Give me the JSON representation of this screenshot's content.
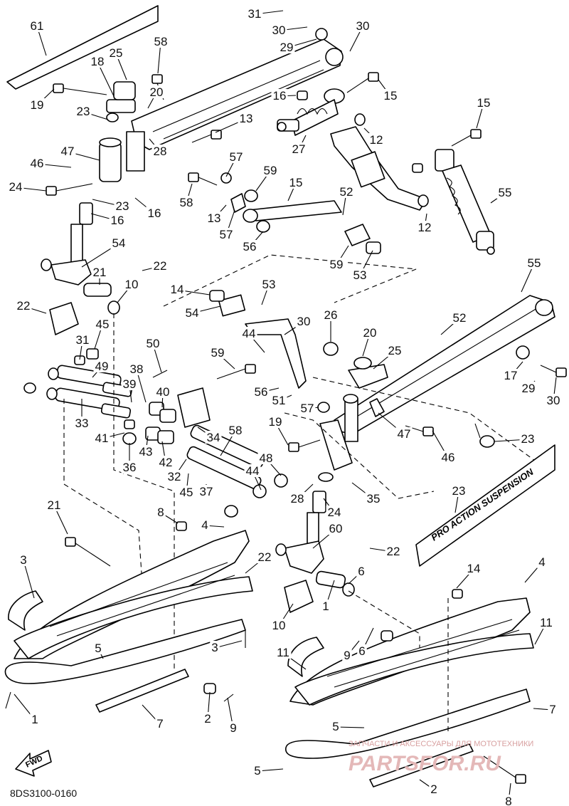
{
  "diagram_code": "8DS3100-0160",
  "fwd_label": "FWD",
  "decal_text": "PRO ACTION SUSPENSION",
  "watermark": {
    "line1": "ЗАПЧАСТИ И АКСЕССУАРЫ ДЛЯ МОТОТЕХНИКИ",
    "line2": "PARTSFOR.RU"
  },
  "callouts": [
    "61",
    "31",
    "30",
    "30",
    "29",
    "25",
    "18",
    "58",
    "20",
    "19",
    "23",
    "15",
    "16",
    "15",
    "13",
    "12",
    "27",
    "47",
    "28",
    "46",
    "57",
    "59",
    "58",
    "16",
    "24",
    "23",
    "16",
    "15",
    "52",
    "55",
    "12",
    "13",
    "57",
    "56",
    "59",
    "53",
    "54",
    "22",
    "21",
    "10",
    "22",
    "14",
    "54",
    "53",
    "55",
    "30",
    "52",
    "26",
    "20",
    "25",
    "17",
    "29",
    "30",
    "31",
    "45",
    "44",
    "59",
    "50",
    "49",
    "38",
    "39",
    "40",
    "33",
    "41",
    "43",
    "42",
    "36",
    "51",
    "56",
    "57",
    "47",
    "23",
    "19",
    "46",
    "58",
    "32",
    "34",
    "48",
    "44",
    "45",
    "37",
    "35",
    "28",
    "24",
    "23",
    "60",
    "22",
    "21",
    "8",
    "4",
    "6",
    "22",
    "3",
    "1",
    "10",
    "14",
    "4",
    "6",
    "9",
    "11",
    "3",
    "5",
    "7",
    "2",
    "9",
    "11",
    "1",
    "5",
    "7",
    "5",
    "2",
    "8"
  ]
}
